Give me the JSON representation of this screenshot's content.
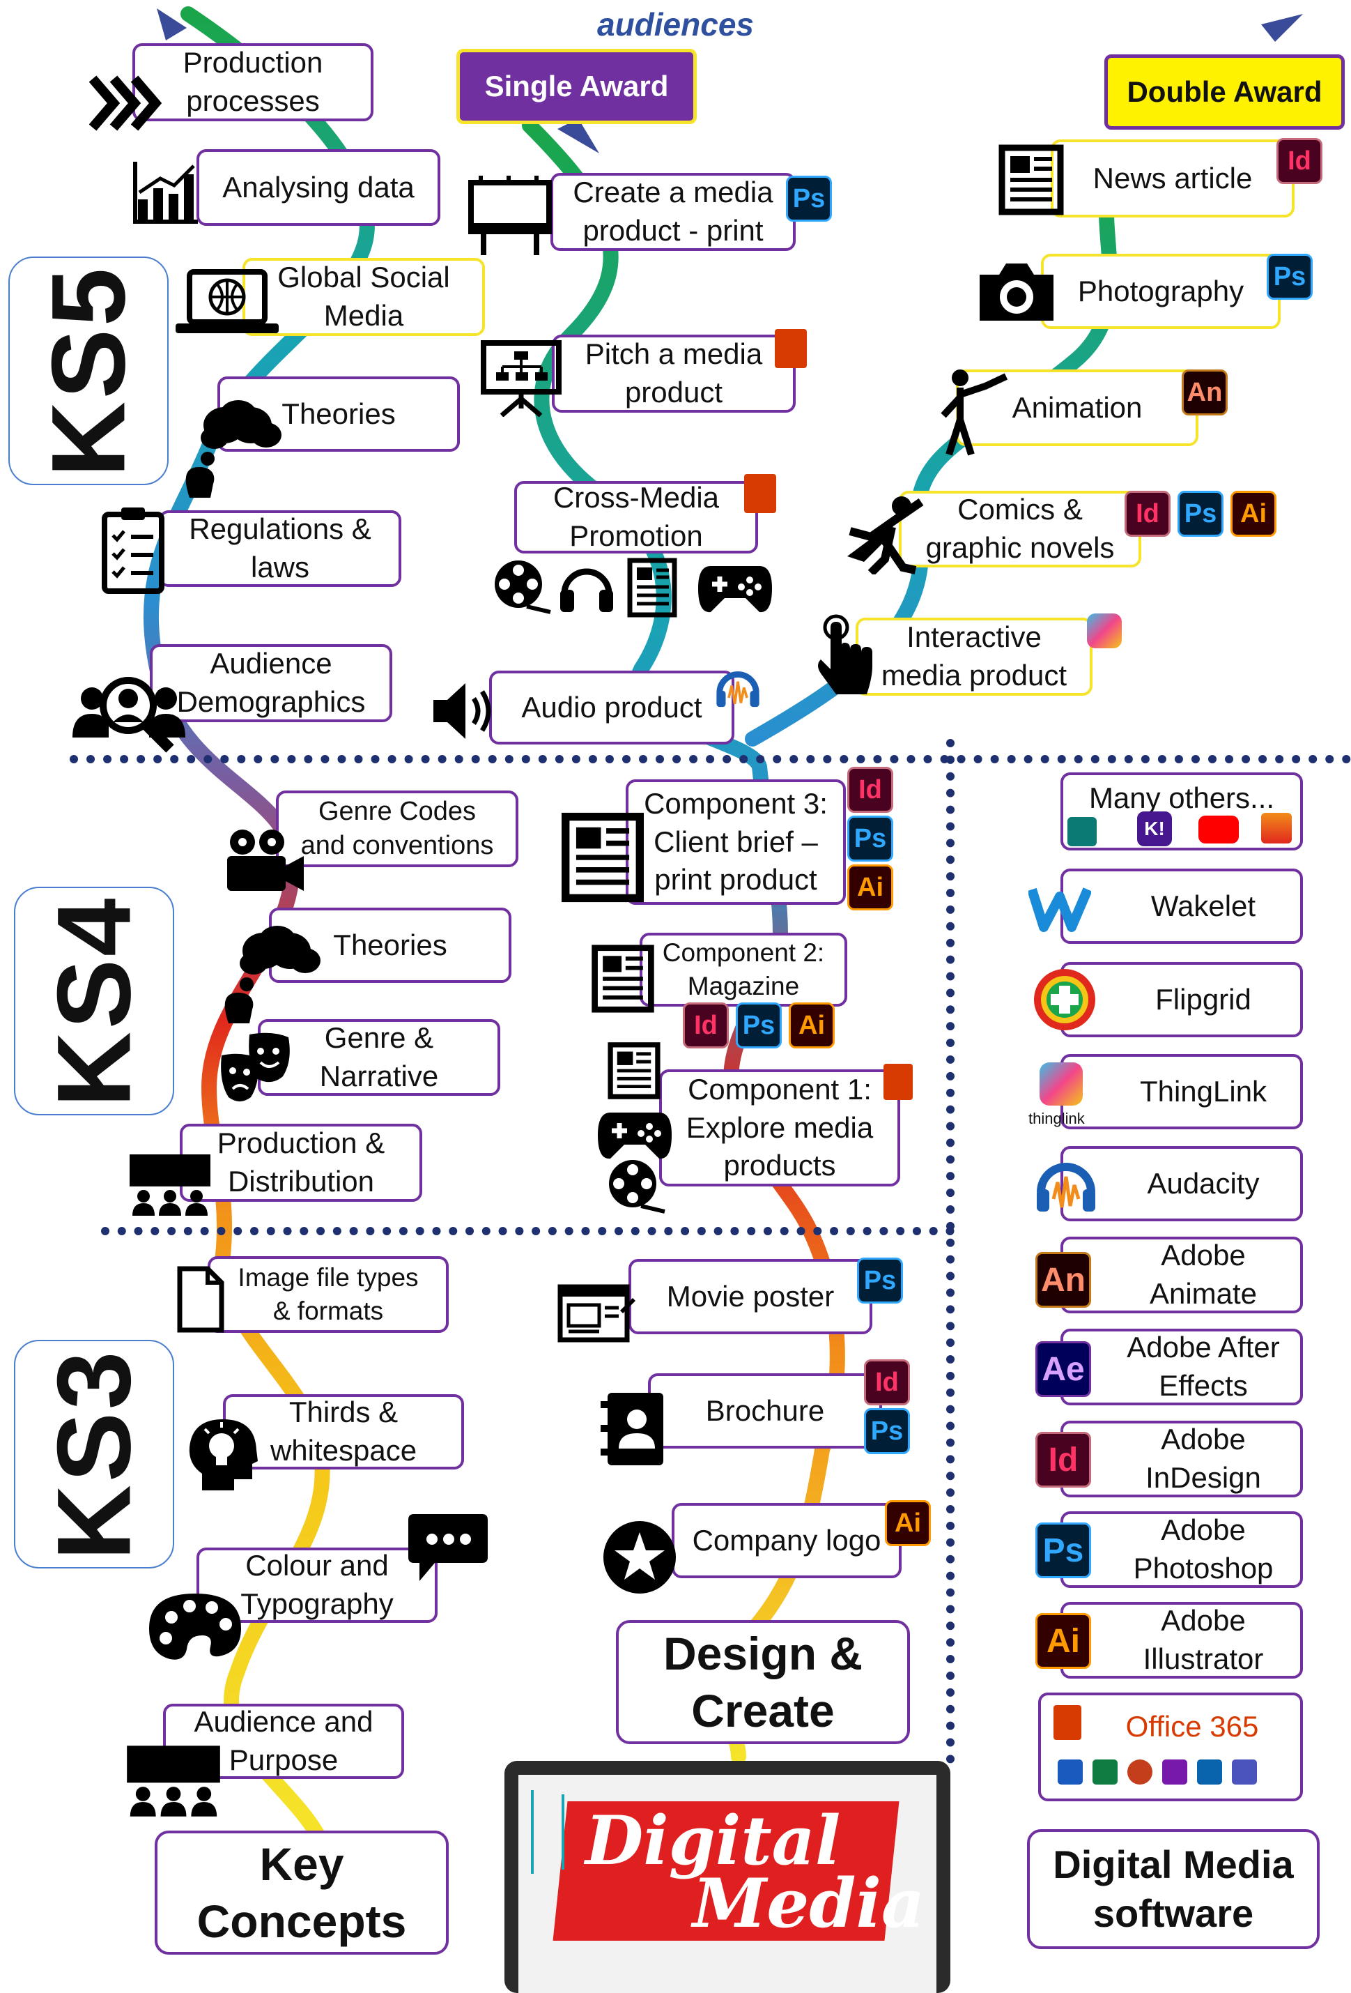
{
  "header": {
    "text": "audiences"
  },
  "awards": {
    "single": "Single Award",
    "double": "Double Award"
  },
  "key_stages": {
    "ks5": "KS5",
    "ks4": "KS4",
    "ks3": "KS3"
  },
  "columns": {
    "key_concepts": "Key\nConcepts",
    "design_create": "Design &\nCreate",
    "software": "Digital Media\nsoftware"
  },
  "ks5_concepts": [
    "Production\nprocesses",
    "Analysing data",
    "Global Social\nMedia",
    "Theories",
    "Regulations &\nlaws",
    "Audience\nDemographics"
  ],
  "ks5_single": [
    "Create a media\nproduct - print",
    "Pitch a media\nproduct",
    "Cross-Media\nPromotion",
    "Audio product"
  ],
  "ks5_double": [
    "News article",
    "Photography",
    "Animation",
    "Comics &\ngraphic novels",
    "Interactive\nmedia product"
  ],
  "ks4_concepts": [
    "Genre Codes\nand conventions",
    "Theories",
    "Genre &\nNarrative",
    "Production &\nDistribution"
  ],
  "ks4_components": [
    "Component 3:\nClient brief –\nprint product",
    "Component 2:\nMagazine",
    "Component 1:\nExplore media\nproducts"
  ],
  "ks3_concepts": [
    "Image file types\n& formats",
    "Thirds &\nwhitespace",
    "Colour and\nTypography",
    "Audience and\nPurpose"
  ],
  "ks3_design": [
    "Movie poster",
    "Brochure",
    "Company logo"
  ],
  "software": [
    "Many others...",
    "Wakelet",
    "Flipgrid",
    "ThingLink",
    "Audacity",
    "Adobe\nAnimate",
    "Adobe After\nEffects",
    "Adobe\nInDesign",
    "Adobe\nPhotoshop",
    "Adobe\nIllustrator",
    "Office 365"
  ],
  "badges": {
    "id": "Id",
    "ps": "Ps",
    "ai": "Ai",
    "an": "An",
    "ae": "Ae",
    "k": "K!"
  },
  "small_labels": {
    "thinglink": "thinglink"
  },
  "logo": {
    "line1": "Digital",
    "line2": "Media"
  },
  "icons": [
    "chevrons-icon",
    "bar-chart-icon",
    "globe-laptop-icon",
    "thought-bubble-icon",
    "checklist-icon",
    "audience-search-icon",
    "billboard-icon",
    "presentation-icon",
    "film-reel-icon",
    "headphones-icon",
    "newspaper-icon",
    "gamepad-icon",
    "speaker-icon",
    "camera-icon",
    "stick-figure-icon",
    "superhero-icon",
    "touch-hand-icon",
    "video-camera-icon",
    "theatre-masks-icon",
    "cinema-audience-icon",
    "file-icon",
    "lightbulb-head-icon",
    "speech-bubble-icon",
    "palette-icon",
    "browser-edit-icon",
    "contact-book-icon",
    "star-badge-icon"
  ],
  "colors": {
    "border": "#7030a0",
    "yellow": "#f5e42a",
    "single": "#7030a0",
    "double": "#fff200",
    "header": "#2f4f9f",
    "ks_border": "#4a7fcf",
    "divider": "#1f3070",
    "logo_red": "#e02020"
  }
}
